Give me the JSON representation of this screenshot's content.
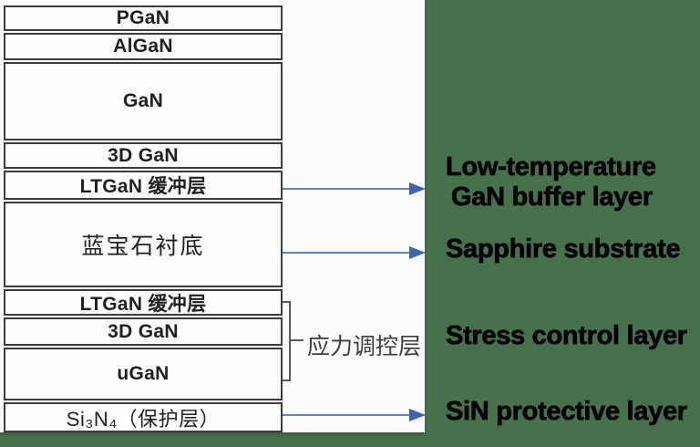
{
  "colors": {
    "canvas_green": "#47704c",
    "panel_white": "#fcfcfc",
    "layer_border": "#3c3c3c",
    "arrow_line_blue": "#5b82d6",
    "arrow_head_blue": "#3f63b0",
    "bracket_gray": "#5a5a5a",
    "annotation_text": "#000000"
  },
  "stack": {
    "layers": [
      {
        "label": "PGaN"
      },
      {
        "label": "AlGaN"
      },
      {
        "label": "GaN"
      },
      {
        "label": "3D GaN"
      },
      {
        "label": "LTGaN 缓冲层"
      },
      {
        "label": "蓝宝石衬底"
      },
      {
        "label": "LTGaN 缓冲层"
      },
      {
        "label": "3D GaN"
      },
      {
        "label": "uGaN"
      },
      {
        "label": "Si₃N₄（保护层）"
      }
    ]
  },
  "bracket": {
    "label": "应力调控层"
  },
  "annotations": {
    "low_temperature": {
      "line1": "Low-temperature",
      "line2": "GaN buffer layer"
    },
    "sapphire": "Sapphire substrate",
    "stress": "Stress control layer",
    "sin": "SiN protective layer"
  }
}
